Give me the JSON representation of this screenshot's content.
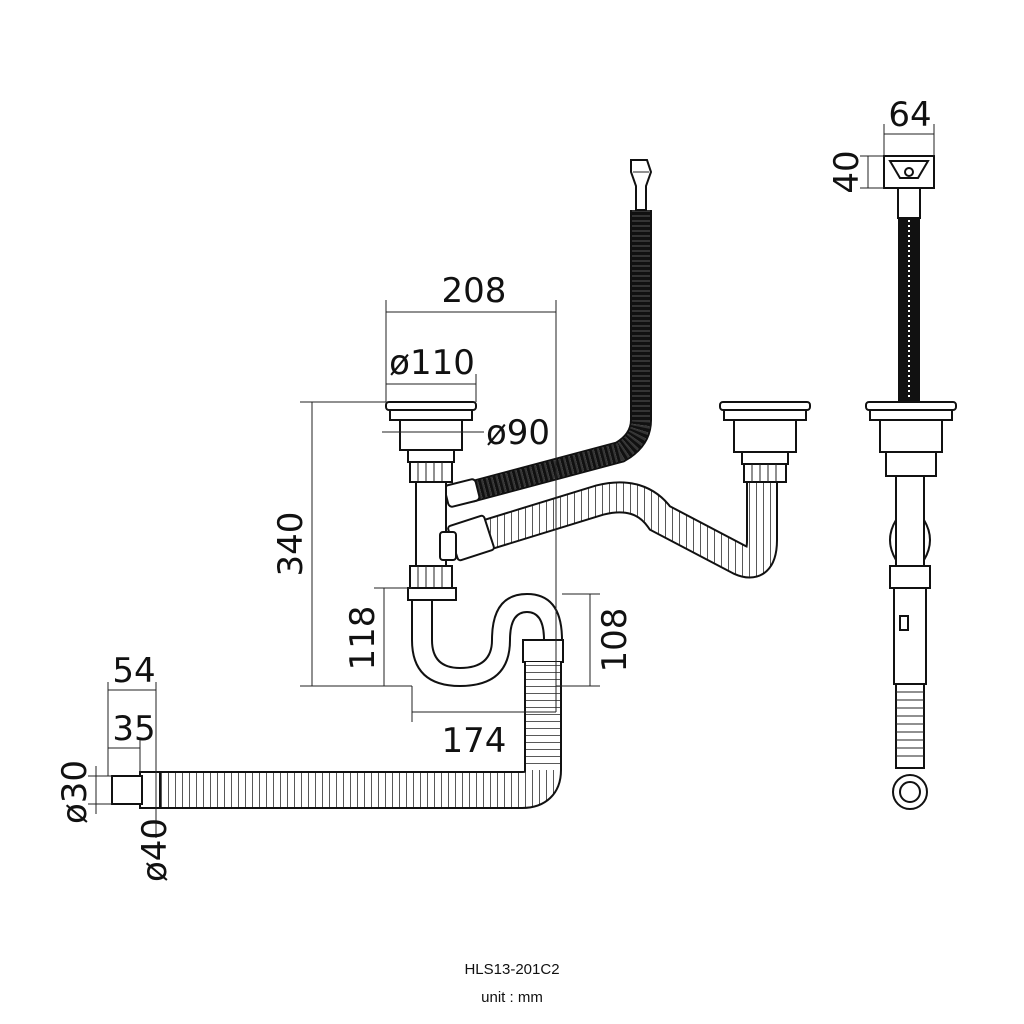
{
  "dimensions": {
    "width_208": "208",
    "dia_110": "ø110",
    "dia_90": "ø90",
    "height_340": "340",
    "height_118": "118",
    "height_108": "108",
    "width_174": "174",
    "len_54": "54",
    "len_35": "35",
    "dia_30": "ø30",
    "dia_40": "ø40",
    "side_64": "64",
    "side_40": "40"
  },
  "caption": {
    "model": "HLS13-201C2",
    "unit": "unit : mm"
  }
}
